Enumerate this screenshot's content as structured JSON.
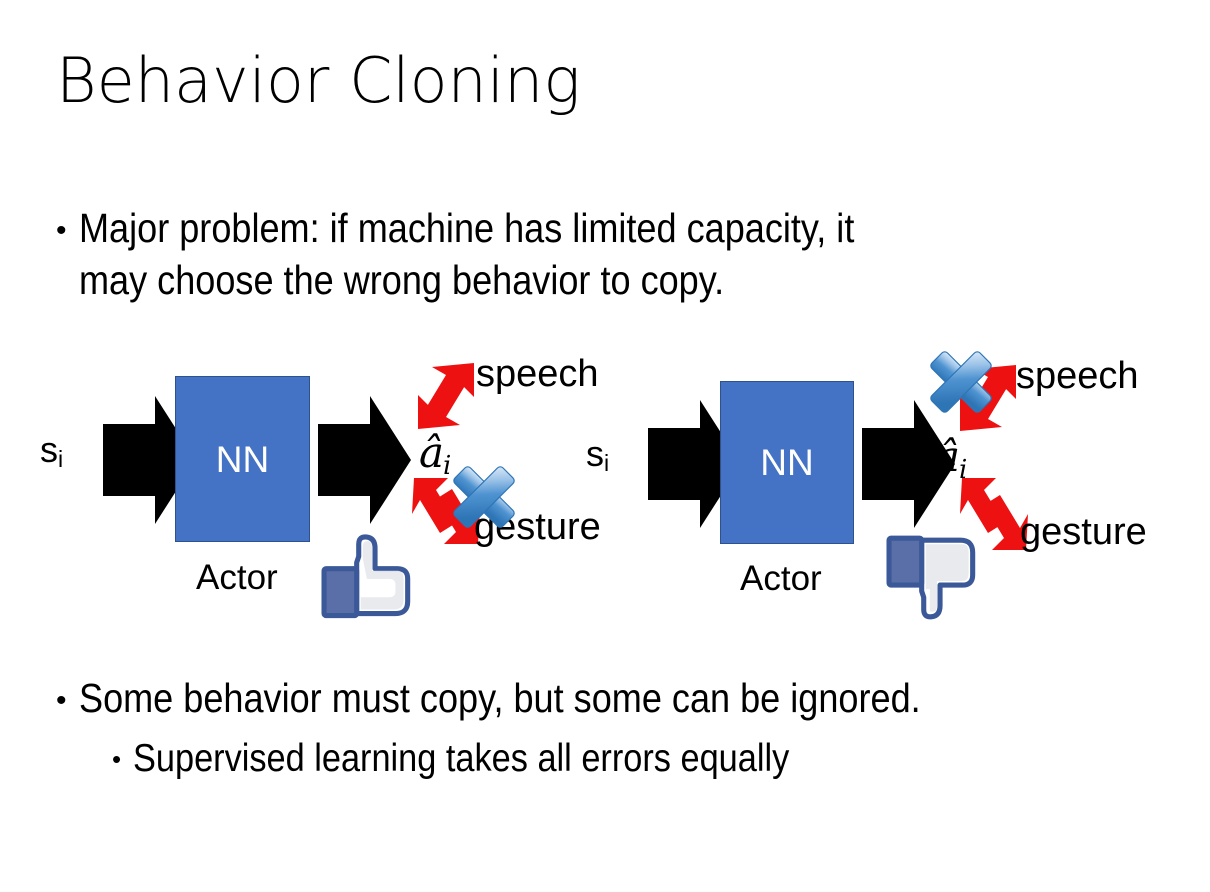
{
  "slide": {
    "title": "Behavior Cloning",
    "background_color": "#ffffff",
    "text_color": "#000000"
  },
  "bullets": [
    {
      "id": "problem",
      "marker": "•",
      "text": "Major problem: if machine has limited capacity, it\nmay choose the wrong behavior to copy.",
      "level": 1
    },
    {
      "id": "some-behavior",
      "marker": "•",
      "text": "Some behavior must copy, but some can be ignored.",
      "level": 1
    },
    {
      "id": "supervised",
      "marker": "•",
      "text": "Supervised learning takes all errors equally",
      "level": 2
    }
  ],
  "colors": {
    "nn_fill": "#4472C4",
    "nn_border": "#2F528F",
    "nn_text": "#ffffff",
    "arrow_black": "#000000",
    "arrow_red": "#EE1111",
    "cross_blue_light": "#CFE3F7",
    "cross_blue_mid": "#5B9BD5",
    "cross_blue_dark": "#2E75B6",
    "thumb_outline": "#3B5998",
    "thumb_fill": "#ffffff",
    "thumb_cuff": "#5A6FA8",
    "thumb_shade": "#E4E6EB"
  },
  "diagrams": [
    {
      "id": "left",
      "state_label": "s",
      "state_subscript": "i",
      "box_label": "NN",
      "box_caption": "Actor",
      "action_label": "â",
      "action_subscript": "i",
      "outputs": [
        {
          "name": "speech",
          "label": "speech",
          "crossed_out": false
        },
        {
          "name": "gesture",
          "label": "gesture",
          "crossed_out": true
        }
      ],
      "feedback_icon": "thumbs-up",
      "feedback_value": "positive"
    },
    {
      "id": "right",
      "state_label": "s",
      "state_subscript": "i",
      "box_label": "NN",
      "box_caption": "Actor",
      "action_label": "â",
      "action_subscript": "i",
      "outputs": [
        {
          "name": "speech",
          "label": "speech",
          "crossed_out": true
        },
        {
          "name": "gesture",
          "label": "gesture",
          "crossed_out": false
        }
      ],
      "feedback_icon": "thumbs-down",
      "feedback_value": "negative"
    }
  ]
}
